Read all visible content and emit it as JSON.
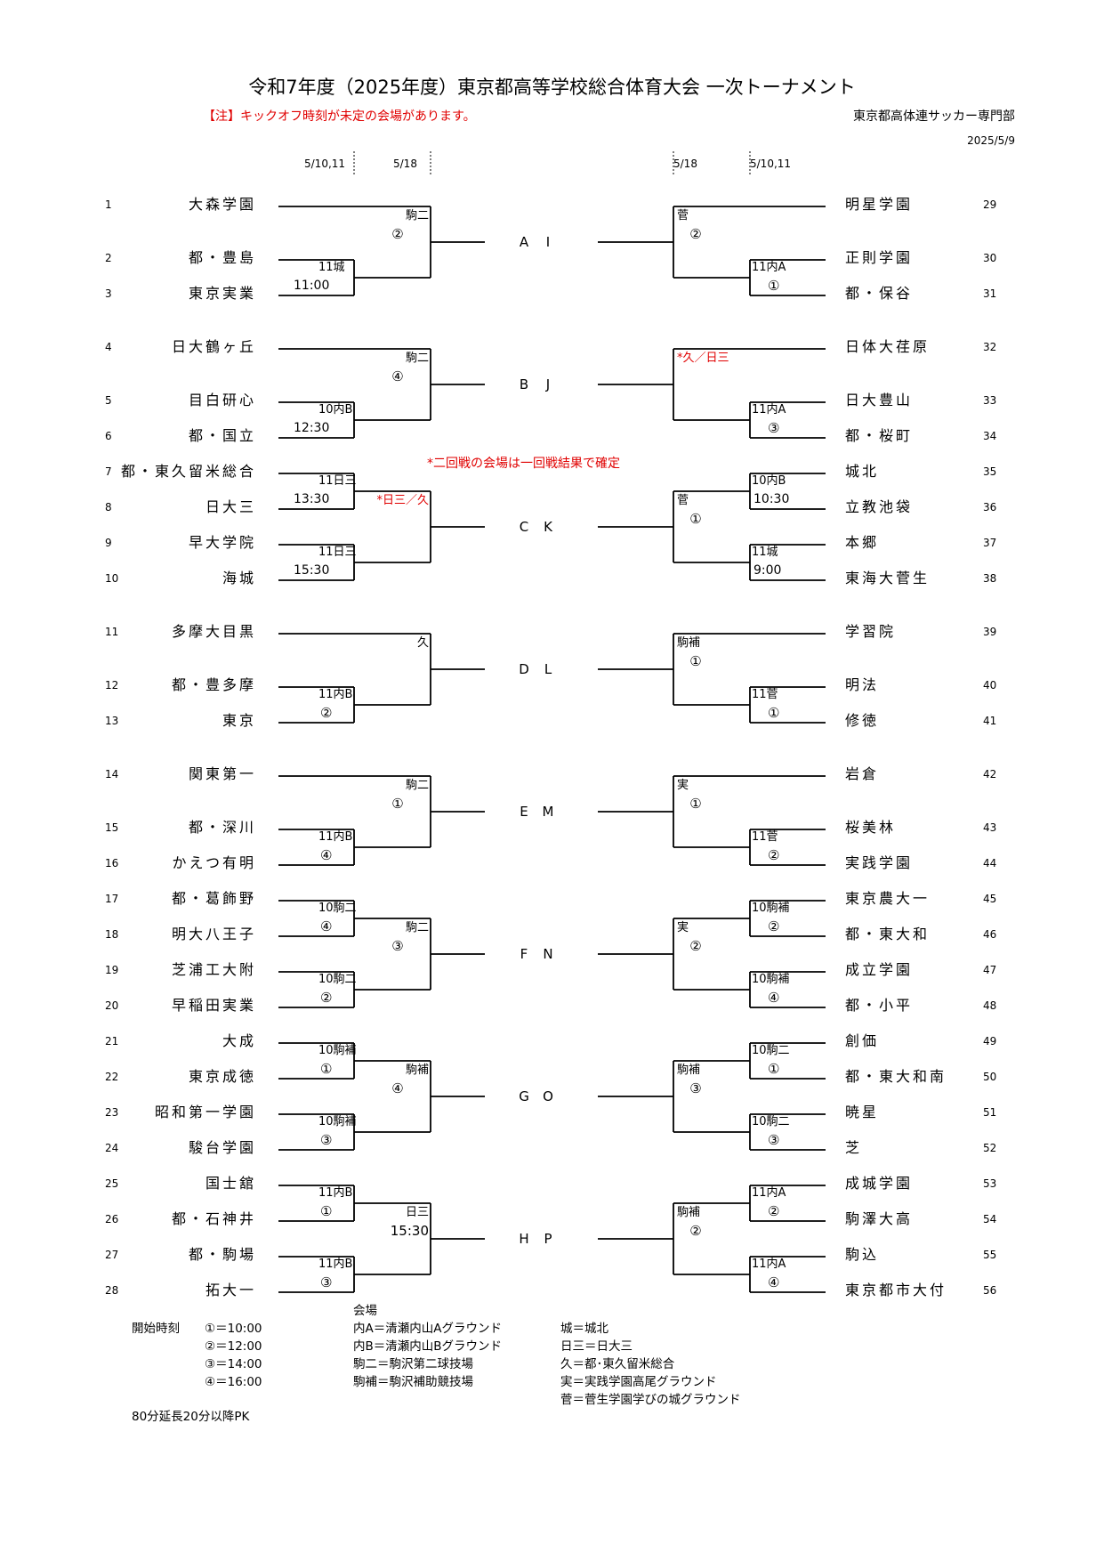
{
  "title": "令和7年度（2025年度）東京都高等学校総合体育大会 一次トーナメント",
  "note": "【注】キックオフ時刻が未定の会場があります。",
  "organization": "東京都高体連サッカー専門部",
  "date": "2025/5/9",
  "colors": {
    "note": "#e00000",
    "lines": "#000000"
  },
  "round_dates": {
    "left_r1": "5/10,11",
    "left_r2": "5/18",
    "right_r2": "5/18",
    "right_r1": "5/10,11"
  },
  "venue_note": "*二回戦の会場は一回戦結果で確定",
  "left_teams": [
    {
      "num": "1",
      "name": "大森学園"
    },
    {
      "num": "2",
      "name": "都・豊島"
    },
    {
      "num": "3",
      "name": "東京実業"
    },
    {
      "num": "4",
      "name": "日大鶴ヶ丘"
    },
    {
      "num": "5",
      "name": "目白研心"
    },
    {
      "num": "6",
      "name": "都・国立"
    },
    {
      "num": "7",
      "name": "都・東久留米総合"
    },
    {
      "num": "8",
      "name": "日大三"
    },
    {
      "num": "9",
      "name": "早大学院"
    },
    {
      "num": "10",
      "name": "海城"
    },
    {
      "num": "11",
      "name": "多摩大目黒"
    },
    {
      "num": "12",
      "name": "都・豊多摩"
    },
    {
      "num": "13",
      "name": "東京"
    },
    {
      "num": "14",
      "name": "関東第一"
    },
    {
      "num": "15",
      "name": "都・深川"
    },
    {
      "num": "16",
      "name": "かえつ有明"
    },
    {
      "num": "17",
      "name": "都・葛飾野"
    },
    {
      "num": "18",
      "name": "明大八王子"
    },
    {
      "num": "19",
      "name": "芝浦工大附"
    },
    {
      "num": "20",
      "name": "早稲田実業"
    },
    {
      "num": "21",
      "name": "大成"
    },
    {
      "num": "22",
      "name": "東京成徳"
    },
    {
      "num": "23",
      "name": "昭和第一学園"
    },
    {
      "num": "24",
      "name": "駿台学園"
    },
    {
      "num": "25",
      "name": "国士舘"
    },
    {
      "num": "26",
      "name": "都・石神井"
    },
    {
      "num": "27",
      "name": "都・駒場"
    },
    {
      "num": "28",
      "name": "拓大一"
    }
  ],
  "right_teams": [
    {
      "num": "29",
      "name": "明星学園"
    },
    {
      "num": "30",
      "name": "正則学園"
    },
    {
      "num": "31",
      "name": "都・保谷"
    },
    {
      "num": "32",
      "name": "日体大荏原"
    },
    {
      "num": "33",
      "name": "日大豊山"
    },
    {
      "num": "34",
      "name": "都・桜町"
    },
    {
      "num": "35",
      "name": "城北"
    },
    {
      "num": "36",
      "name": "立教池袋"
    },
    {
      "num": "37",
      "name": "本郷"
    },
    {
      "num": "38",
      "name": "東海大菅生"
    },
    {
      "num": "39",
      "name": "学習院"
    },
    {
      "num": "40",
      "name": "明法"
    },
    {
      "num": "41",
      "name": "修徳"
    },
    {
      "num": "42",
      "name": "岩倉"
    },
    {
      "num": "43",
      "name": "桜美林"
    },
    {
      "num": "44",
      "name": "実践学園"
    },
    {
      "num": "45",
      "name": "東京農大一"
    },
    {
      "num": "46",
      "name": "都・東大和"
    },
    {
      "num": "47",
      "name": "成立学園"
    },
    {
      "num": "48",
      "name": "都・小平"
    },
    {
      "num": "49",
      "name": "創価"
    },
    {
      "num": "50",
      "name": "都・東大和南"
    },
    {
      "num": "51",
      "name": "暁星"
    },
    {
      "num": "52",
      "name": "芝"
    },
    {
      "num": "53",
      "name": "成城学園"
    },
    {
      "num": "54",
      "name": "駒澤大高"
    },
    {
      "num": "55",
      "name": "駒込"
    },
    {
      "num": "56",
      "name": "東京都市大付"
    }
  ],
  "left_r1": [
    {
      "venue": "11城",
      "time": "11:00"
    },
    {
      "venue": "10内B",
      "time": "12:30"
    },
    {
      "venue": "11日三",
      "time": "13:30"
    },
    {
      "venue": "11日三",
      "time": "15:30"
    },
    {
      "venue": "11内B",
      "time": "②"
    },
    {
      "venue": "11内B",
      "time": "④"
    },
    {
      "venue": "10駒二",
      "time": "④"
    },
    {
      "venue": "10駒二",
      "time": "②"
    },
    {
      "venue": "10駒補",
      "time": "①"
    },
    {
      "venue": "10駒補",
      "time": "③"
    },
    {
      "venue": "11内B",
      "time": "①"
    },
    {
      "venue": "11内B",
      "time": "③"
    }
  ],
  "right_r1": [
    {
      "venue": "11内A",
      "time": "①"
    },
    {
      "venue": "11内A",
      "time": "③"
    },
    {
      "venue": "10内B",
      "time": "10:30"
    },
    {
      "venue": "11城",
      "time": "9:00"
    },
    {
      "venue": "11菅",
      "time": "①"
    },
    {
      "venue": "11菅",
      "time": "②"
    },
    {
      "venue": "10駒補",
      "time": "②"
    },
    {
      "venue": "10駒補",
      "time": "④"
    },
    {
      "venue": "10駒二",
      "time": "①"
    },
    {
      "venue": "10駒二",
      "time": "③"
    },
    {
      "venue": "11内A",
      "time": "②"
    },
    {
      "venue": "11内A",
      "time": "④"
    }
  ],
  "left_r2": [
    {
      "venue": "駒二",
      "time": "②"
    },
    {
      "venue": "駒二",
      "time": "④"
    },
    {
      "venue": "*日三／久",
      "time": ""
    },
    {
      "venue": "久",
      "time": ""
    },
    {
      "venue": "駒二",
      "time": "①"
    },
    {
      "venue": "駒二",
      "time": "③"
    },
    {
      "venue": "駒補",
      "time": "④"
    },
    {
      "venue": "日三",
      "time": "15:30"
    }
  ],
  "right_r2": [
    {
      "venue": "菅",
      "time": "②"
    },
    {
      "venue": "*久／日三",
      "time": ""
    },
    {
      "venue": "菅",
      "time": "①"
    },
    {
      "venue": "駒補",
      "time": "①"
    },
    {
      "venue": "実",
      "time": "①"
    },
    {
      "venue": "実",
      "time": "②"
    },
    {
      "venue": "駒補",
      "time": "③"
    },
    {
      "venue": "駒補",
      "time": "②"
    }
  ],
  "left_slots": [
    "A",
    "B",
    "C",
    "D",
    "E",
    "F",
    "G",
    "H"
  ],
  "right_slots": [
    "I",
    "J",
    "K",
    "L",
    "M",
    "N",
    "O",
    "P"
  ],
  "legend": {
    "start_time_label": "開始時刻",
    "times": [
      "①＝10:00",
      "②＝12:00",
      "③＝14:00",
      "④＝16:00"
    ],
    "venue_label": "会場",
    "venues_col1": [
      "内A＝清瀬内山Aグラウンド",
      "内B＝清瀬内山Bグラウンド",
      "駒二＝駒沢第二球技場",
      "駒補＝駒沢補助競技場"
    ],
    "venues_col2": [
      "城＝城北",
      "日三＝日大三",
      "久＝都･東久留米総合",
      "実＝実践学園高尾グラウンド",
      "菅＝菅生学園学びの城グラウンド"
    ],
    "rule": "80分延長20分以降PK"
  }
}
